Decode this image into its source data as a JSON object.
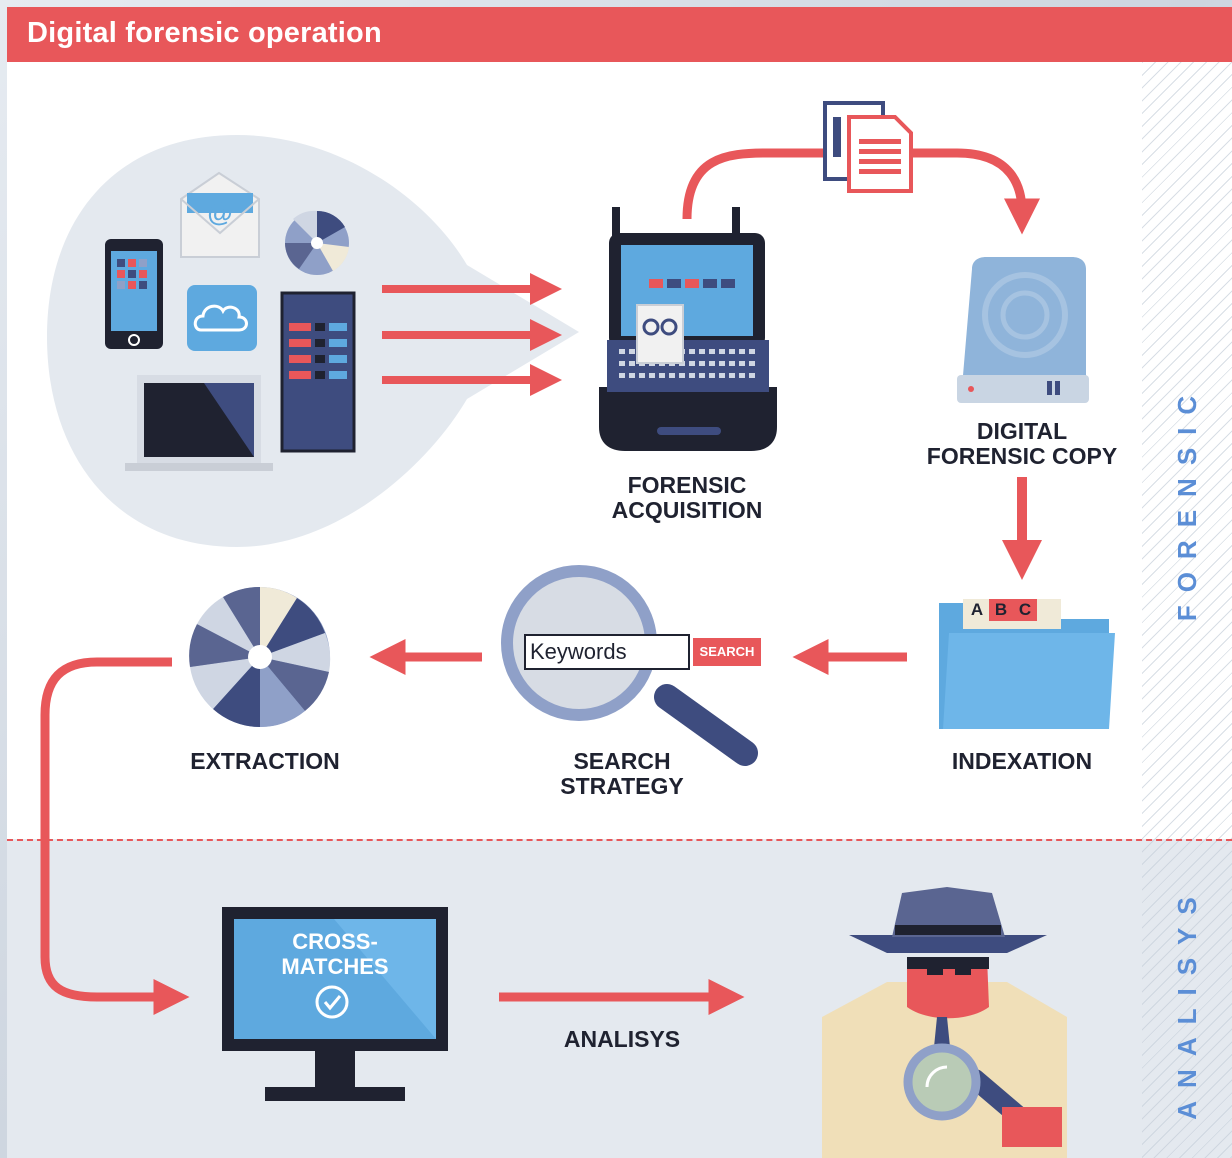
{
  "header": {
    "title": "Digital forensic operation"
  },
  "steps": {
    "acquisition": "FORENSIC\nACQUISITION",
    "copy": "DIGITAL\nFORENSIC COPY",
    "indexation": "INDEXATION",
    "search": "SEARCH\nSTRATEGY",
    "extraction": "EXTRACTION",
    "analysis_arrow": "ANALISYS"
  },
  "search_box": {
    "placeholder": "Keywords",
    "button": "SEARCH"
  },
  "folder_tabs": [
    "A",
    "B",
    "C"
  ],
  "monitor": {
    "text": "CROSS-\nMATCHES"
  },
  "side_labels": {
    "forensic": "FORENSIC",
    "analysis": "ANALISYS"
  },
  "colors": {
    "accent": "#e8575a",
    "blue": "#5ea9df",
    "navy": "#3e4c7f",
    "text": "#1f2230"
  }
}
